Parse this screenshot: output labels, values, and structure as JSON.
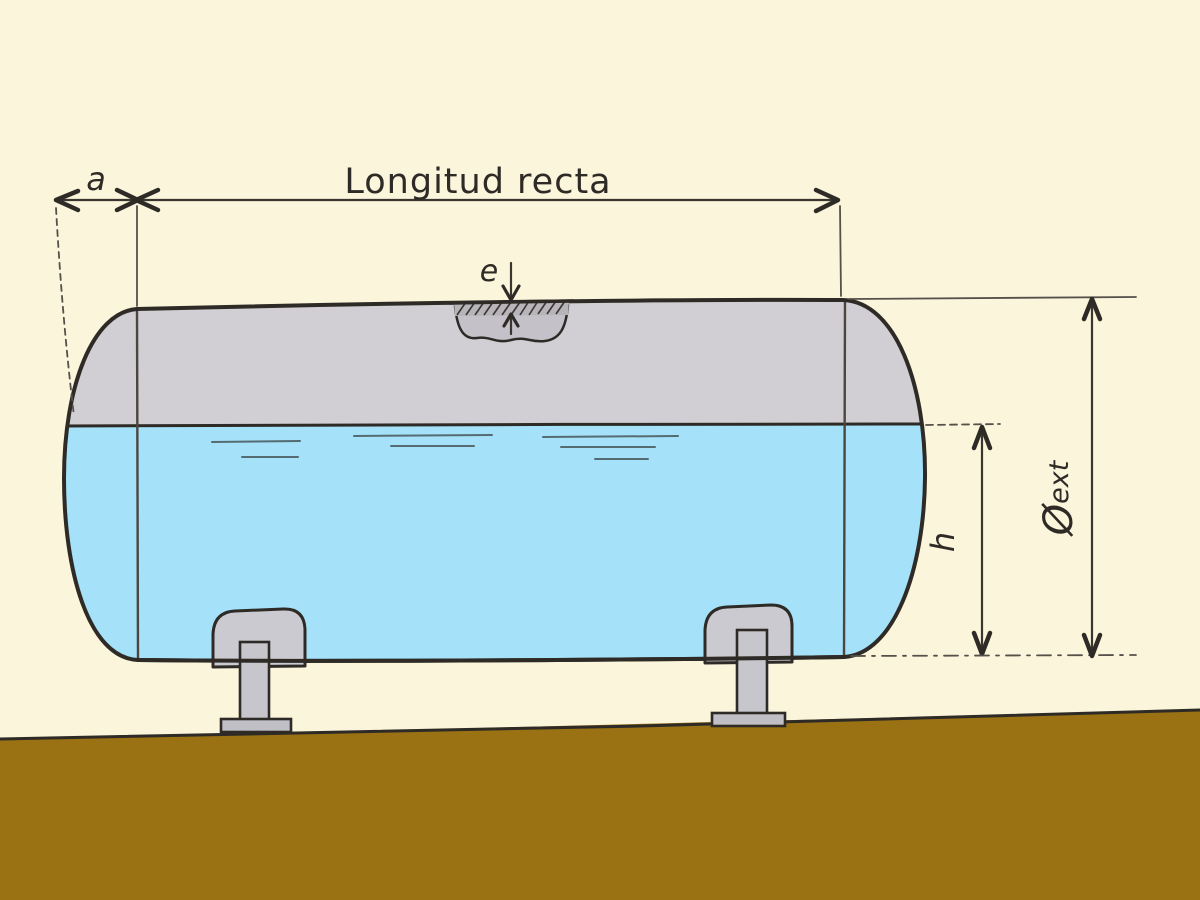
{
  "labels": {
    "end_cap_offset": "a",
    "straight_length": "Longitud recta",
    "wall_thickness": "e",
    "liquid_height": "h",
    "outer_diameter_symbol": "Ø",
    "outer_diameter_subscript": "ext"
  },
  "colors": {
    "background": "#FBF5DC",
    "tank_shell": "#D1CED4",
    "tank_detail_patch": "#C4C1C8",
    "tank_detail_band": "#B7B4BA",
    "water": "#A5E2F9",
    "ground": "#9A7113",
    "support_pad": "#CBCAD1",
    "support_column": "#C7C6CC",
    "support_base": "#C0BFC5",
    "ink": "#2E2B26"
  }
}
